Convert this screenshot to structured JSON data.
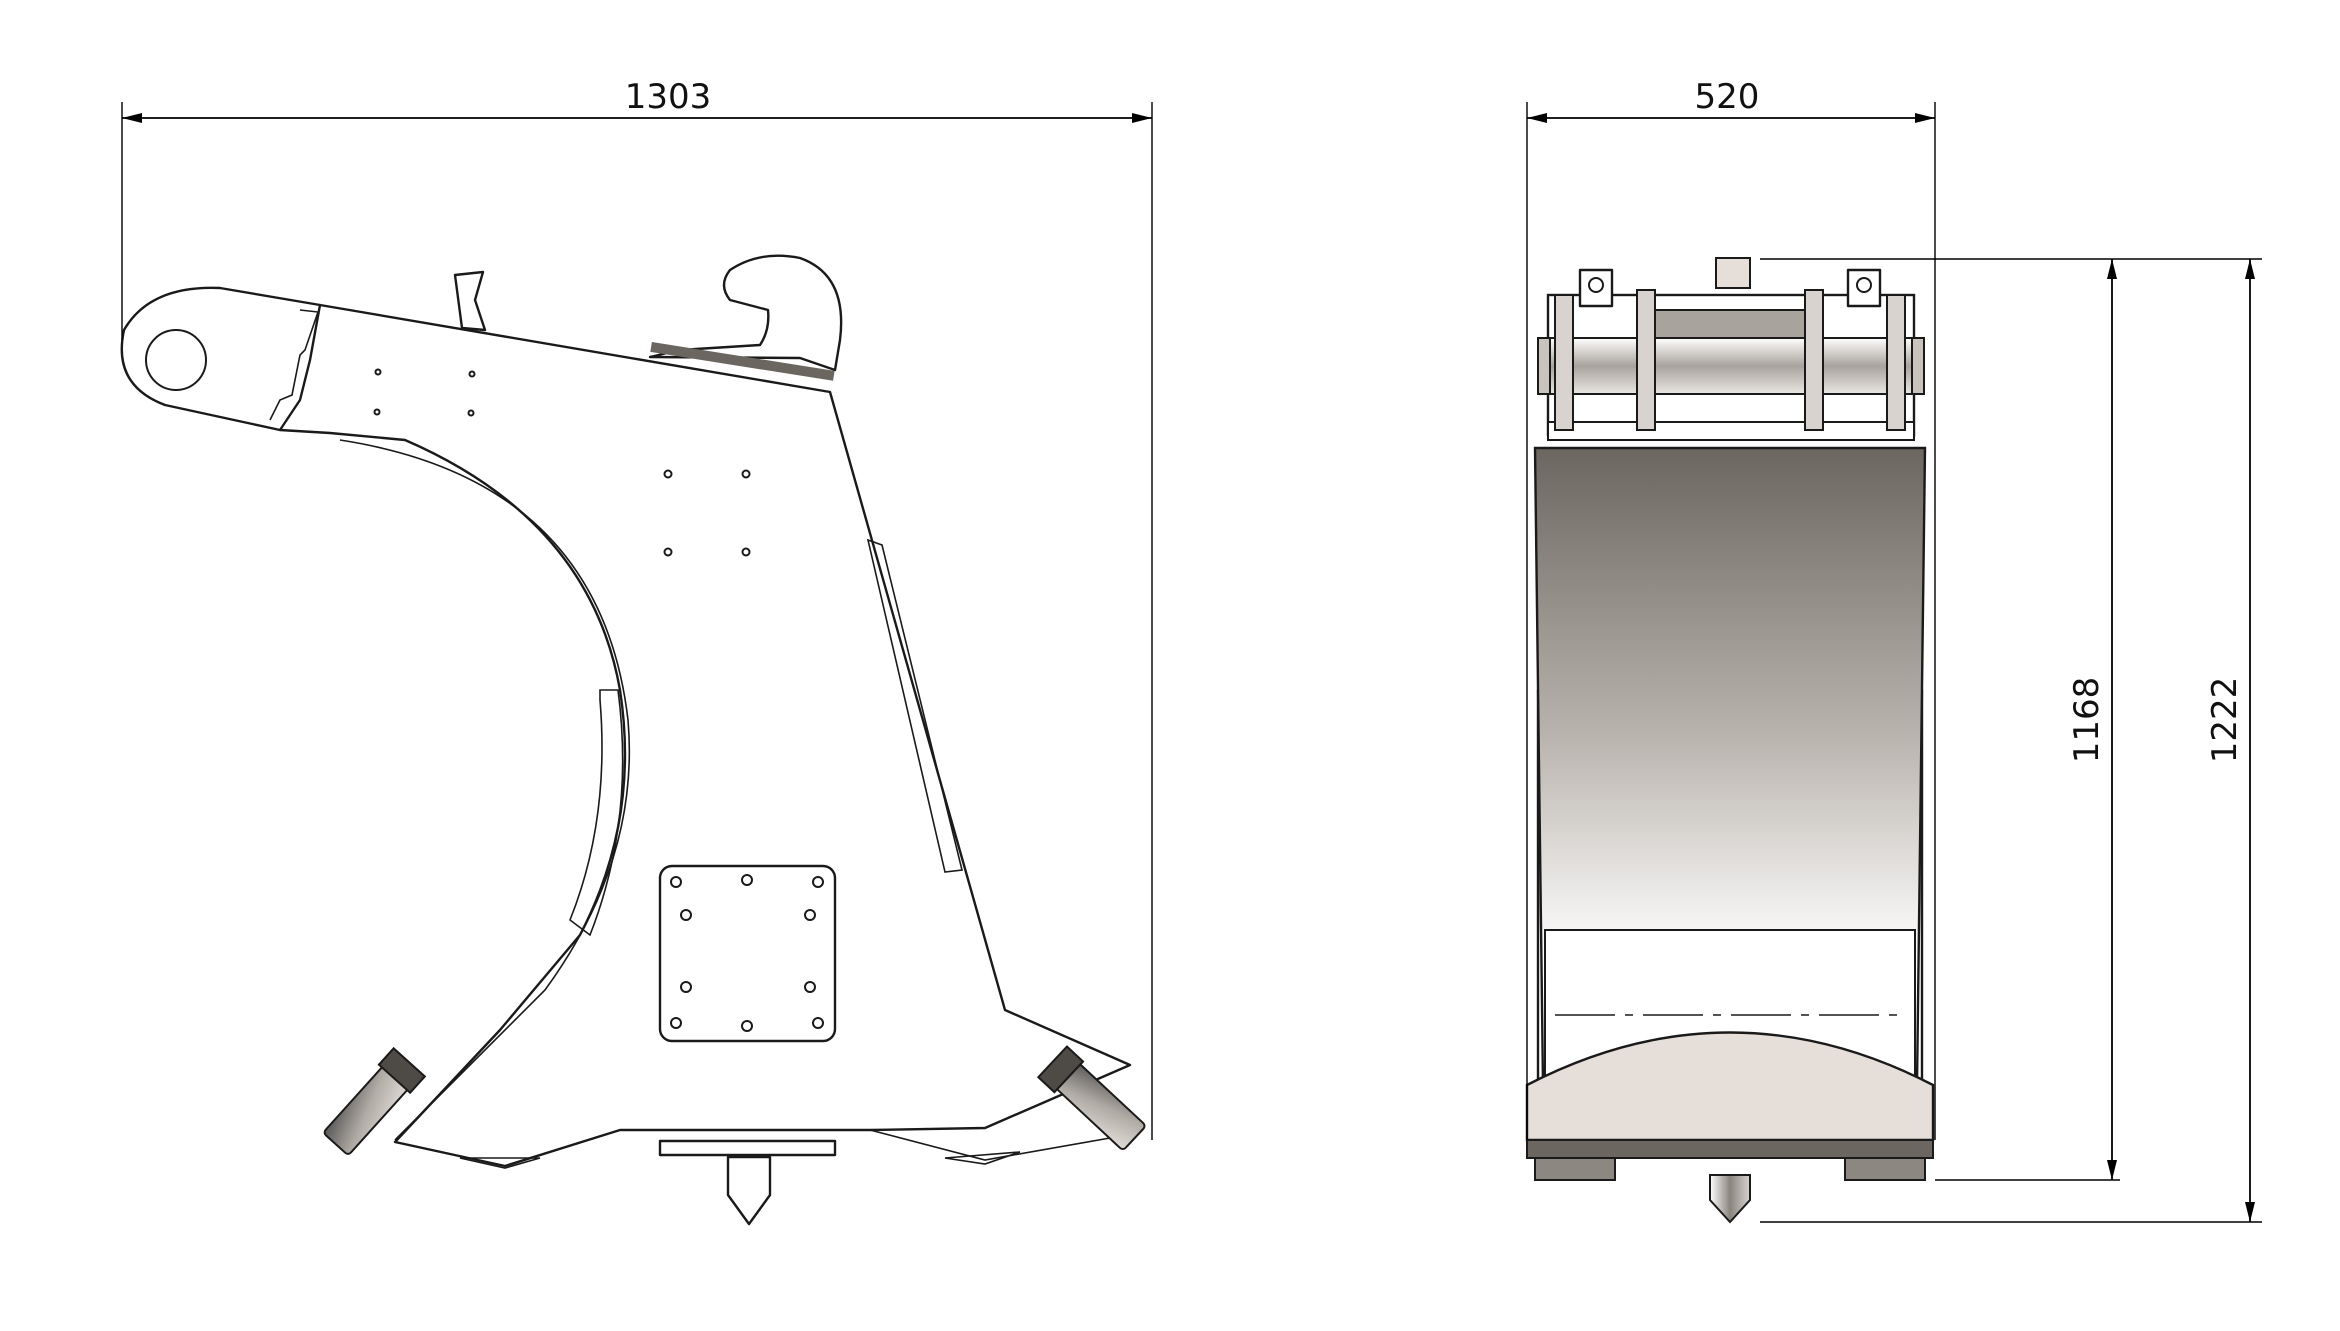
{
  "dimensions": {
    "overall_width": "1303",
    "depth": "520",
    "height_body": "1168",
    "height_overall": "1222"
  },
  "colors": {
    "line": "#1a1a1a",
    "shade_dark": "#6b6660",
    "shade_light": "#ffffff",
    "steel": "#a9a39d",
    "cap": "#e6dfd9"
  }
}
